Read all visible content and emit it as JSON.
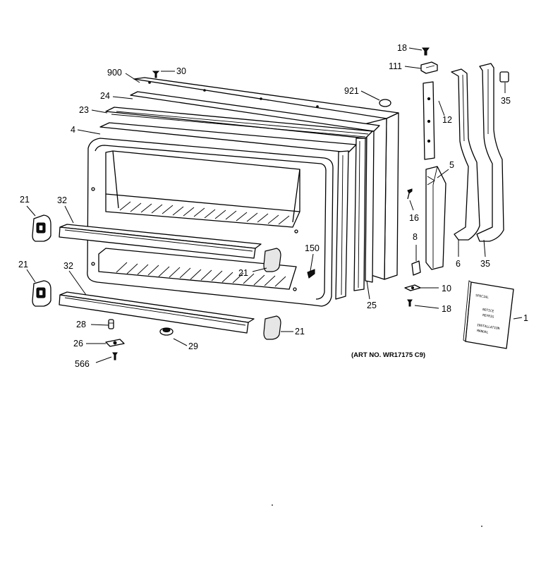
{
  "callouts": {
    "c900": "900",
    "c30": "30",
    "c24": "24",
    "c23": "23",
    "c4": "4",
    "c921": "921",
    "c18a": "18",
    "c111": "111",
    "c12": "12",
    "c35a": "35",
    "c5": "5",
    "c16": "16",
    "c8": "8",
    "c6": "6",
    "c35b": "35",
    "c10": "10",
    "c18b": "18",
    "c1": "1",
    "c21a": "21",
    "c32a": "32",
    "c21b": "21",
    "c32b": "32",
    "c150": "150",
    "c21c": "21",
    "c25": "25",
    "c28": "28",
    "c26": "26",
    "c566": "566",
    "c29": "29",
    "c21d": "21"
  },
  "art_number": "(ART NO. WR17175 C9)"
}
